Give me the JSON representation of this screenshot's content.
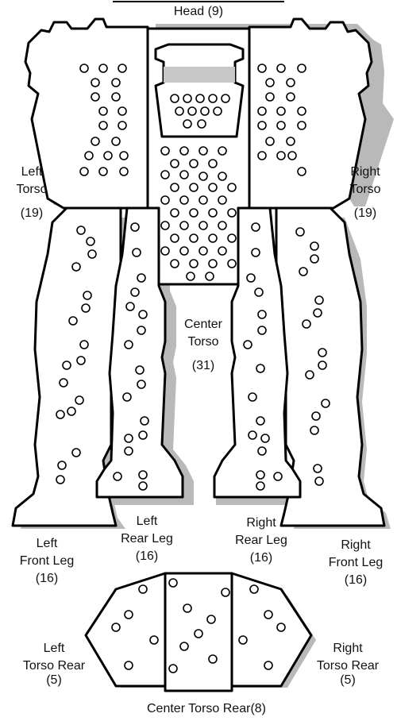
{
  "diagram": {
    "colors": {
      "outline": "#000000",
      "fill": "#ffffff",
      "shadow": "#b9b9b9",
      "head_bar": "#c8c8c8"
    },
    "locations": [
      {
        "id": "head",
        "label": "Head",
        "value": "(9)"
      },
      {
        "id": "left-torso",
        "label_lines": [
          "Left",
          "Torso"
        ],
        "value": "(19)"
      },
      {
        "id": "right-torso",
        "label_lines": [
          "Right",
          "Torso"
        ],
        "value": "(19)"
      },
      {
        "id": "center-torso",
        "label_lines": [
          "Center",
          "Torso"
        ],
        "value": "(31)"
      },
      {
        "id": "left-rear-leg",
        "label_lines": [
          "Left",
          "Rear Leg"
        ],
        "value": "(16)"
      },
      {
        "id": "right-rear-leg",
        "label_lines": [
          "Right",
          "Rear Leg"
        ],
        "value": "(16)"
      },
      {
        "id": "left-front-leg",
        "label_lines": [
          "Left",
          "Front Leg"
        ],
        "value": "(16)"
      },
      {
        "id": "right-front-leg",
        "label_lines": [
          "Right",
          "Front Leg"
        ],
        "value": "(16)"
      },
      {
        "id": "left-torso-rear",
        "label_lines": [
          "Left",
          "Torso Rear"
        ],
        "value": "(5)"
      },
      {
        "id": "right-torso-rear",
        "label_lines": [
          "Right",
          "Torso Rear"
        ],
        "value": "(5)"
      },
      {
        "id": "center-torso-rear",
        "label": "Center Torso Rear",
        "value": "(8)"
      }
    ]
  }
}
